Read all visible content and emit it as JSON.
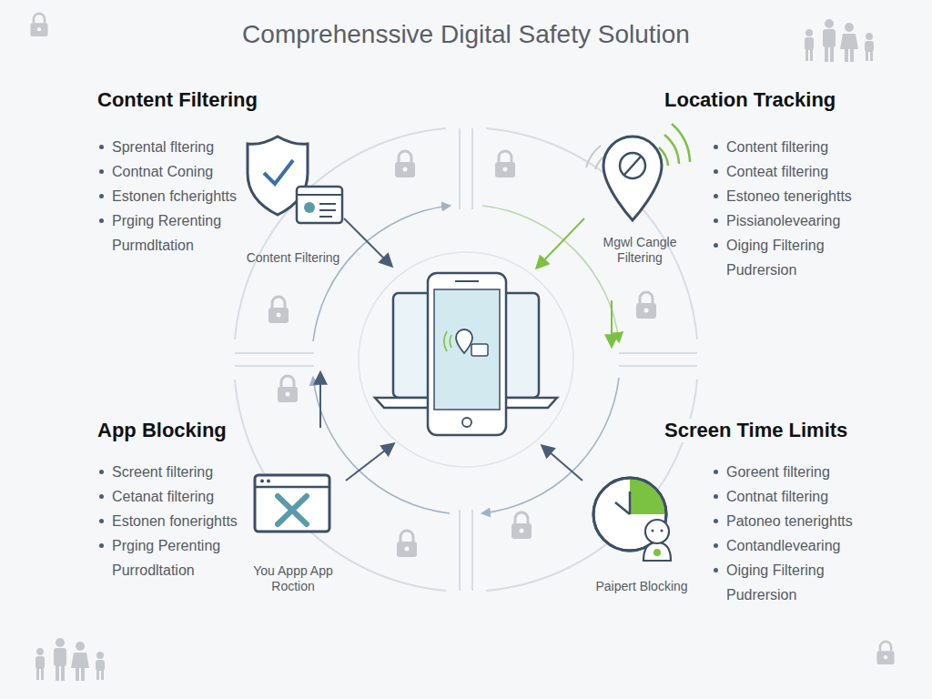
{
  "diagram": {
    "title": "Comprehenssive Digital Safety Solution",
    "nodes": [
      {
        "text": [
          "Content Filtering"
        ]
      },
      {
        "text": [
          "Mgwl Cangle Filtering"
        ]
      },
      {
        "text": [
          "You Appp App Roction"
        ]
      },
      {
        "text": [
          "Paipert Blocking"
        ]
      }
    ],
    "labels": [
      "Content Filtering",
      "Sprental fltering",
      "Contnat Coning",
      "Estonen fcherightts",
      "Prging Rerenting Purmdltation",
      "Location Tracking",
      "Content filtering",
      "Conteat filtering",
      "Estoneo tenerightts",
      "Pissianolevearing",
      "Oiging Filtering Pudrersion",
      "App Blocking",
      "Screent filtering",
      "Cetanat filtering",
      "Estonen fonerightts",
      "Prging Perenting Purrodltation",
      "Screen Time Limits",
      "Goreent filtering",
      "Contnat filtering",
      "Patoneo tenerightts",
      "Contandlevearing",
      "Oiging Filtering Pudrersion"
    ]
  }
}
